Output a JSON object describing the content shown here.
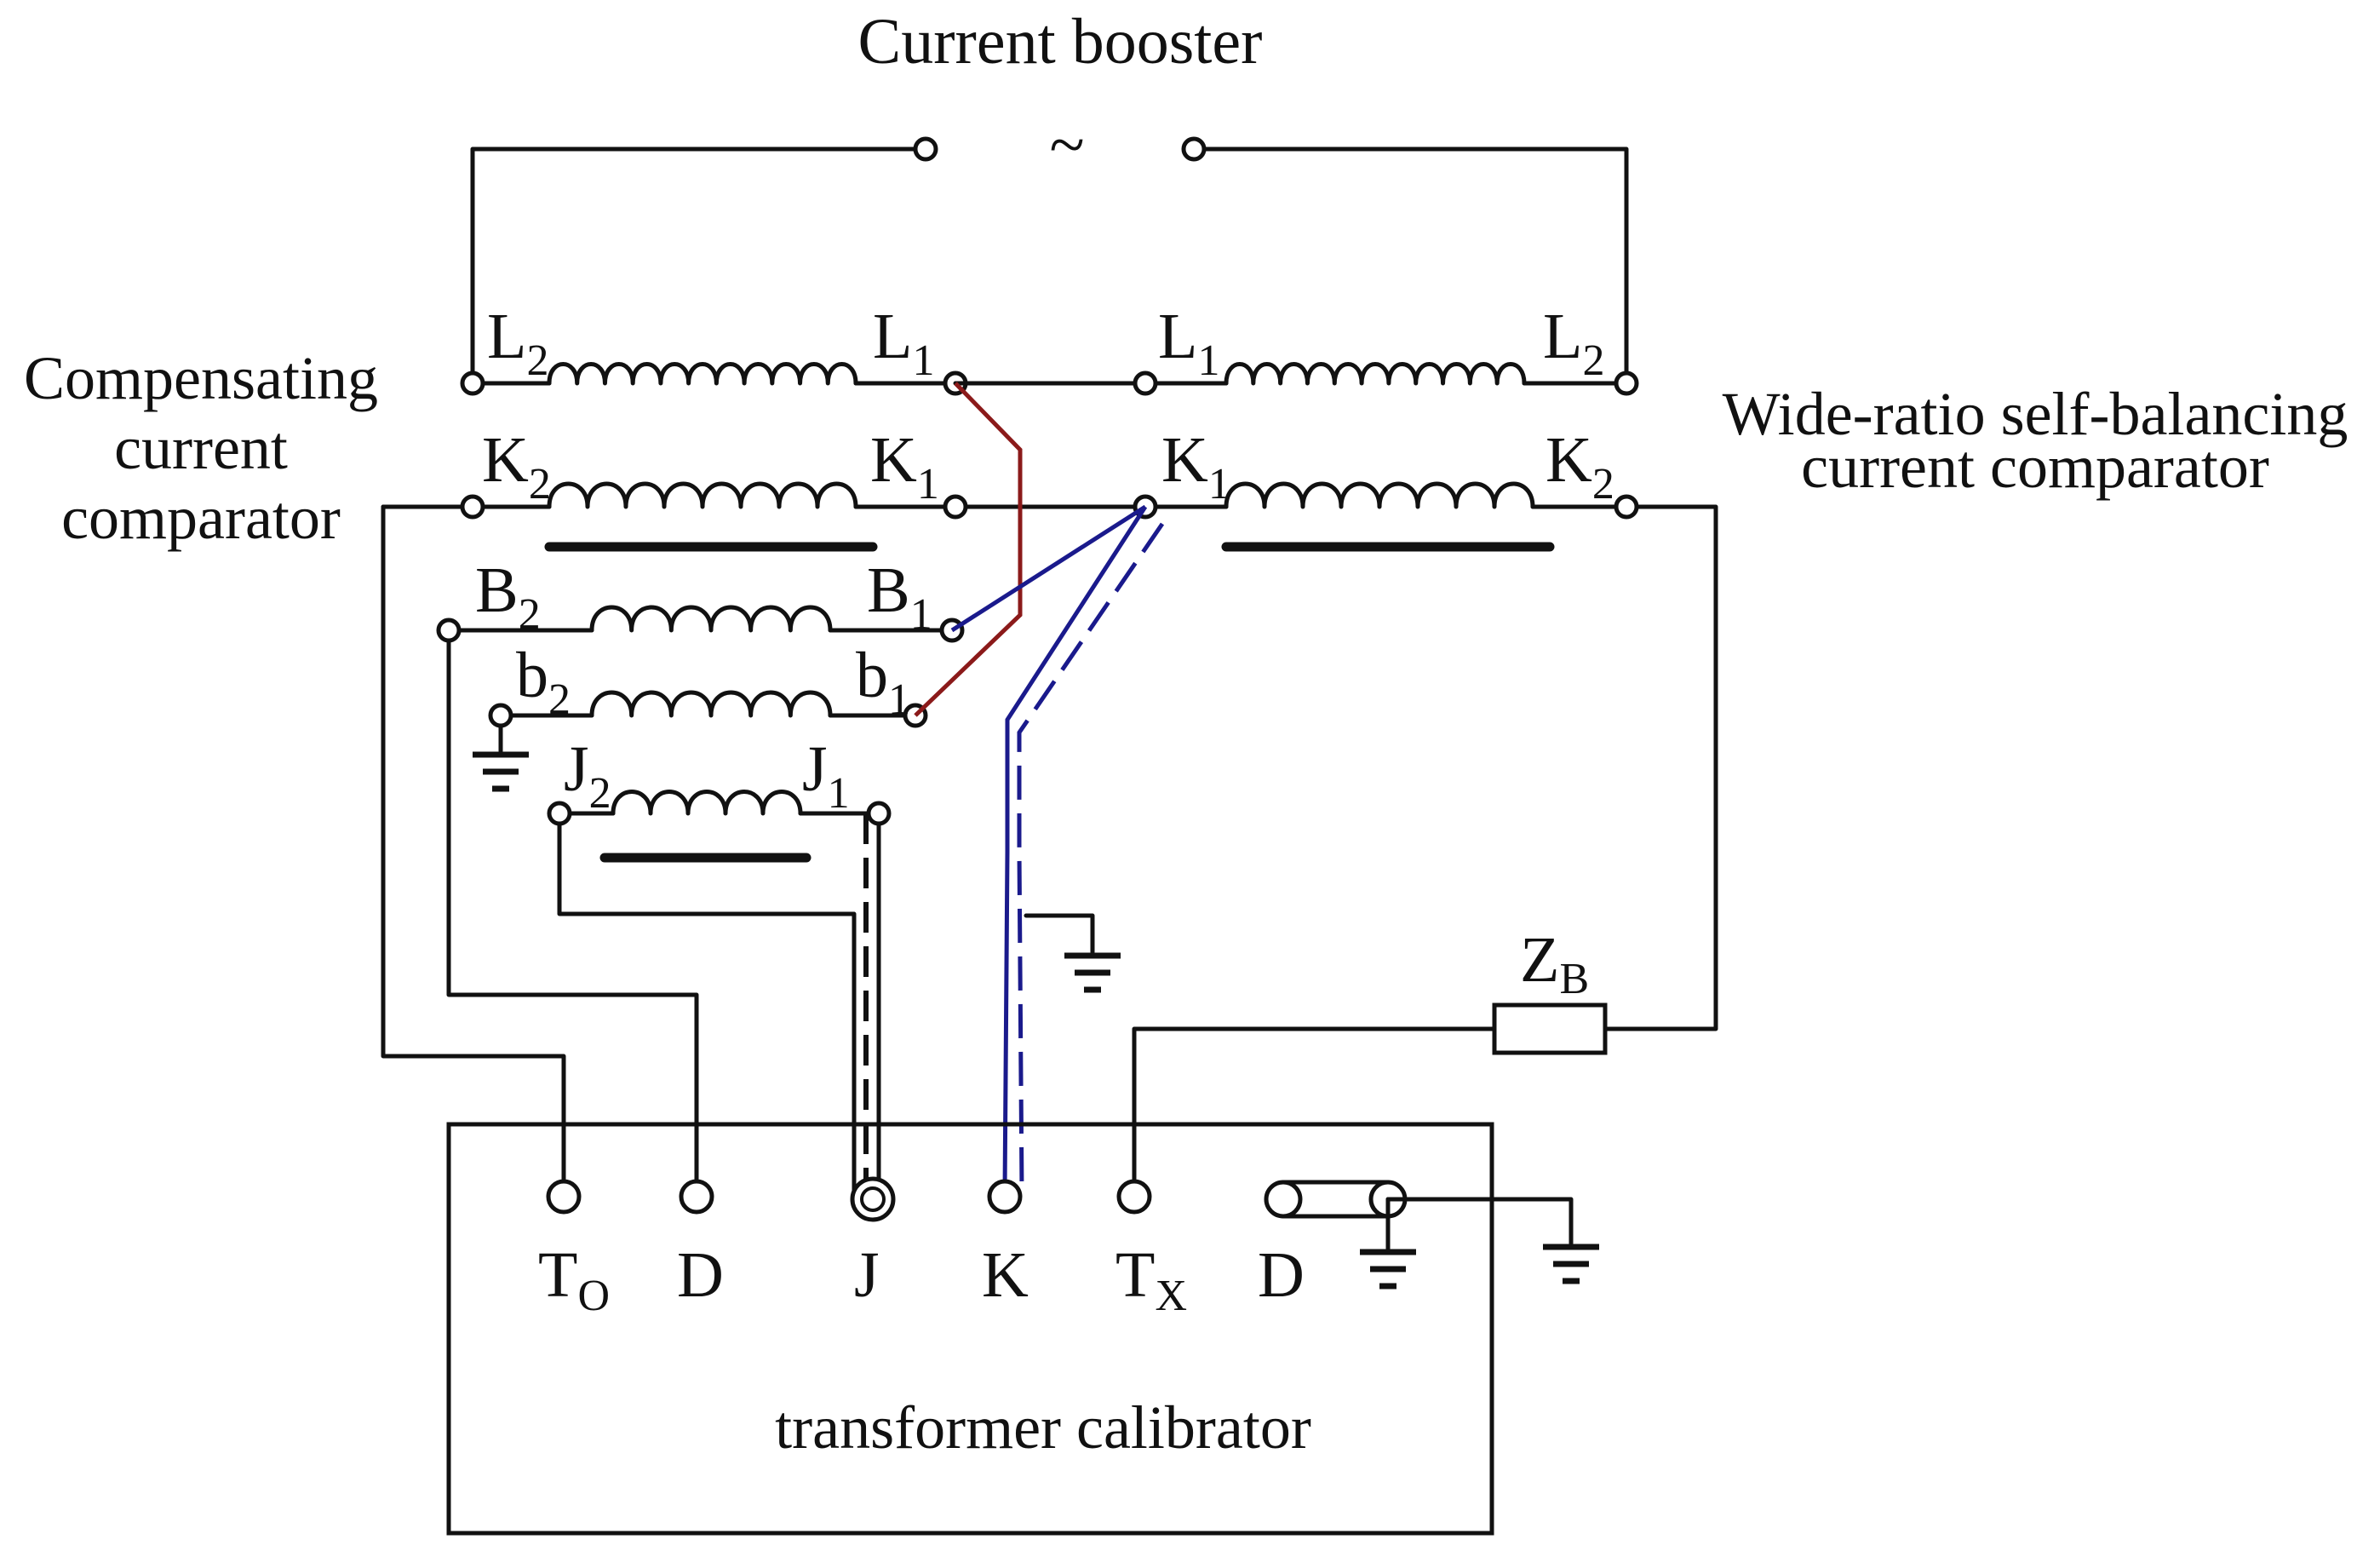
{
  "title": "Current booster",
  "source_symbol": "~",
  "labels": {
    "left_comparator": [
      "Compensating",
      "current",
      "comparator"
    ],
    "right_comparator": [
      "Wide-ratio self-balancing",
      "current comparator"
    ],
    "calibrator": "transformer calibrator",
    "burden": {
      "main": "Z",
      "sub": "B"
    }
  },
  "left_windings": {
    "L2": {
      "main": "L",
      "sub": "2"
    },
    "L1": {
      "main": "L",
      "sub": "1"
    },
    "K2": {
      "main": "K",
      "sub": "2"
    },
    "K1": {
      "main": "K",
      "sub": "1"
    },
    "B2": {
      "main": "B",
      "sub": "2"
    },
    "B1": {
      "main": "B",
      "sub": "1"
    },
    "b2": {
      "main": "b",
      "sub": "2"
    },
    "b1": {
      "main": "b",
      "sub": "1"
    },
    "J2": {
      "main": "J",
      "sub": "2"
    },
    "J1": {
      "main": "J",
      "sub": "1"
    }
  },
  "right_windings": {
    "L1": {
      "main": "L",
      "sub": "1"
    },
    "L2": {
      "main": "L",
      "sub": "2"
    },
    "K1": {
      "main": "K",
      "sub": "1"
    },
    "K2": {
      "main": "K",
      "sub": "2"
    }
  },
  "calibrator_terminals": {
    "TO": {
      "main": "T",
      "sub": "O"
    },
    "D1": {
      "main": "D",
      "sub": ""
    },
    "J": {
      "main": "J",
      "sub": ""
    },
    "K": {
      "main": "K",
      "sub": ""
    },
    "TX": {
      "main": "T",
      "sub": "X"
    },
    "D2": {
      "main": "D",
      "sub": ""
    }
  },
  "colors": {
    "wire": "#111111",
    "red_lead": "#8b1a1a",
    "blue_lead": "#1a1a8c"
  }
}
